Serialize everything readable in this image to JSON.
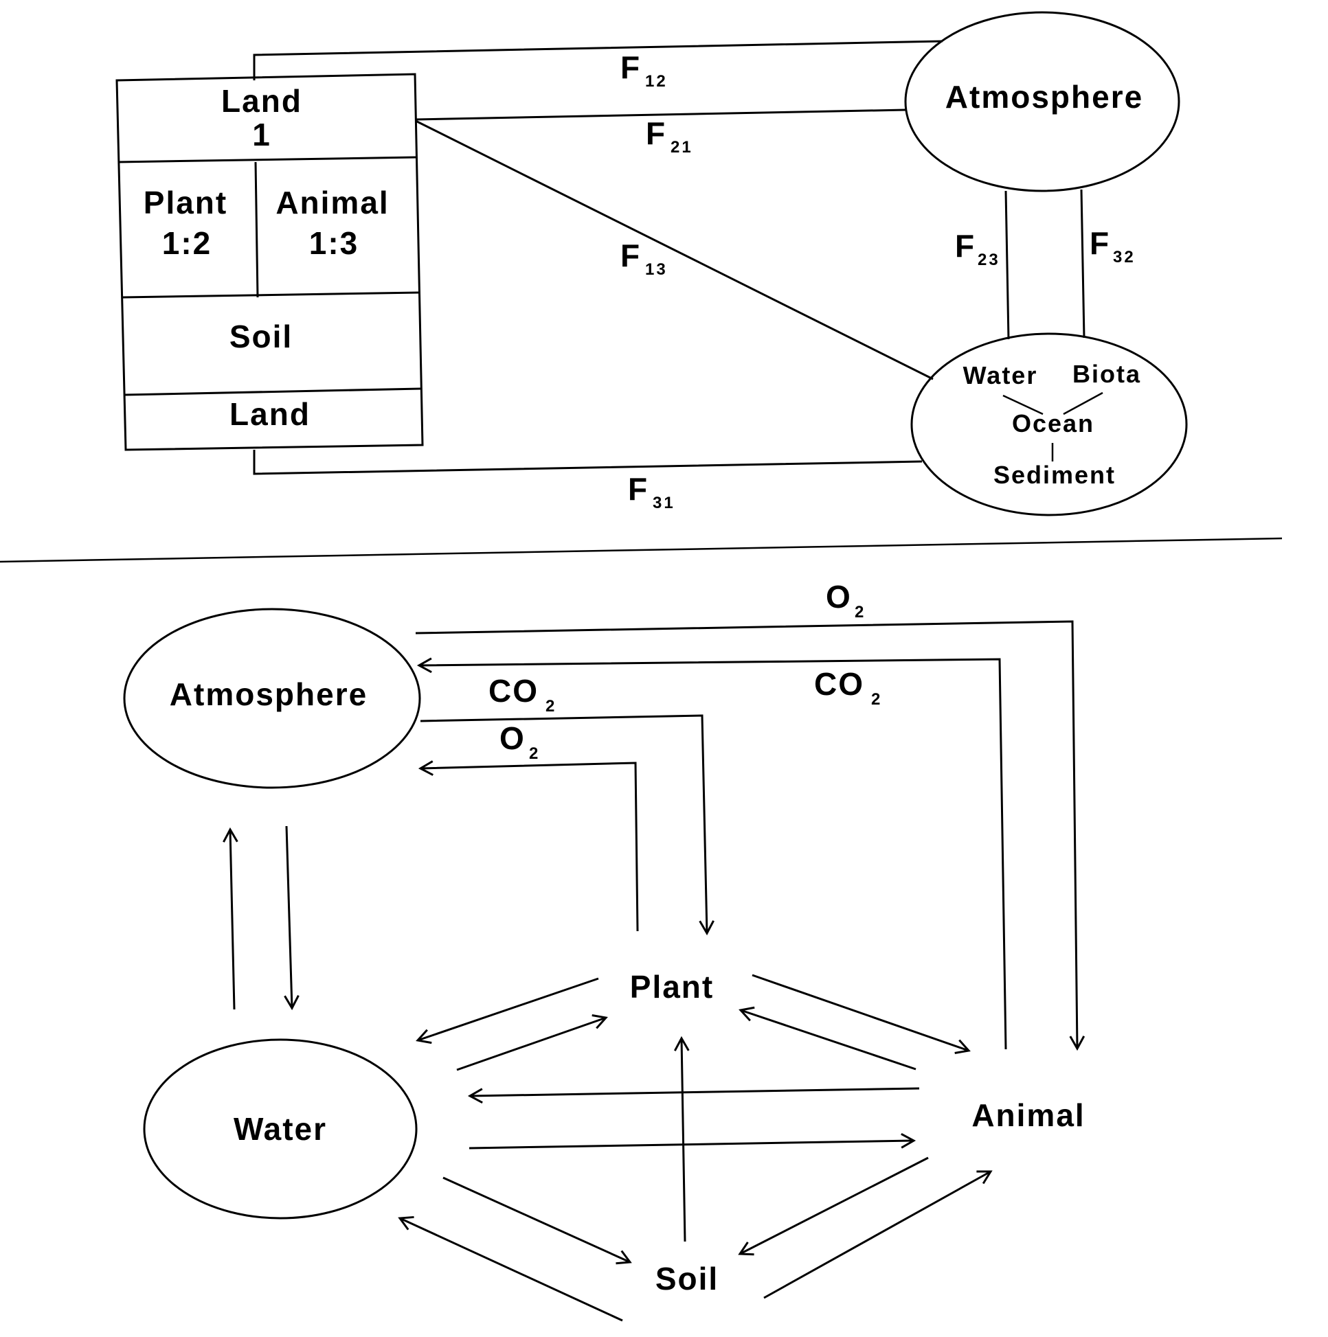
{
  "top_diagram": {
    "land_box": {
      "title": "Land",
      "number": "1",
      "plant": {
        "label": "Plant",
        "code": "1:2"
      },
      "animal": {
        "label": "Animal",
        "code": "1:3"
      },
      "soil": "Soil",
      "land_bottom": "Land"
    },
    "atmosphere": "Atmosphere",
    "ocean": {
      "water": "Water",
      "biota": "Biota",
      "ocean": "Ocean",
      "sediment": "Sediment"
    },
    "fluxes": {
      "f12": {
        "main": "F",
        "sub": "12"
      },
      "f21": {
        "main": "F",
        "sub": "21"
      },
      "f13": {
        "main": "F",
        "sub": "13"
      },
      "f23": {
        "main": "F",
        "sub": "23"
      },
      "f32": {
        "main": "F",
        "sub": "32"
      },
      "f31": {
        "main": "F",
        "sub": "31"
      }
    }
  },
  "bottom_diagram": {
    "nodes": {
      "atmosphere": "Atmosphere",
      "water": "Water",
      "plant": "Plant",
      "animal": "Animal",
      "soil": "Soil"
    },
    "gas_labels": {
      "o2_top": {
        "main": "O",
        "sub": "2"
      },
      "co2_right": {
        "main": "CO",
        "sub": "2"
      },
      "co2_left": {
        "main": "CO",
        "sub": "2"
      },
      "o2_left": {
        "main": "O",
        "sub": "2"
      }
    }
  }
}
